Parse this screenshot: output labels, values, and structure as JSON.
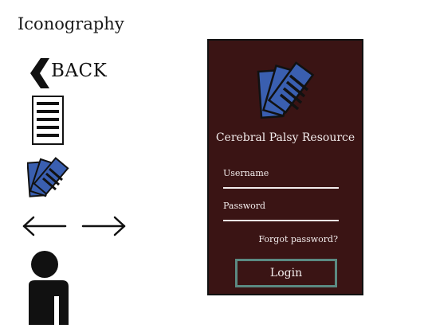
{
  "page": {
    "heading": "Iconography"
  },
  "icons": {
    "back_label": "BACK",
    "names": [
      "back-chevron-icon",
      "document-icon",
      "document-stack-icon",
      "arrow-left-icon",
      "arrow-right-icon",
      "person-icon"
    ]
  },
  "login_screen": {
    "title": "Cerebral Palsy Resource",
    "username_label": "Username",
    "password_label": "Password",
    "forgot_password": "Forgot password?",
    "login_button": "Login"
  },
  "colors": {
    "phone_bg": "#3a1414",
    "button_border": "#5b8a82",
    "icon_blue": "#3a5fb0",
    "text_light": "#f2ecec"
  }
}
